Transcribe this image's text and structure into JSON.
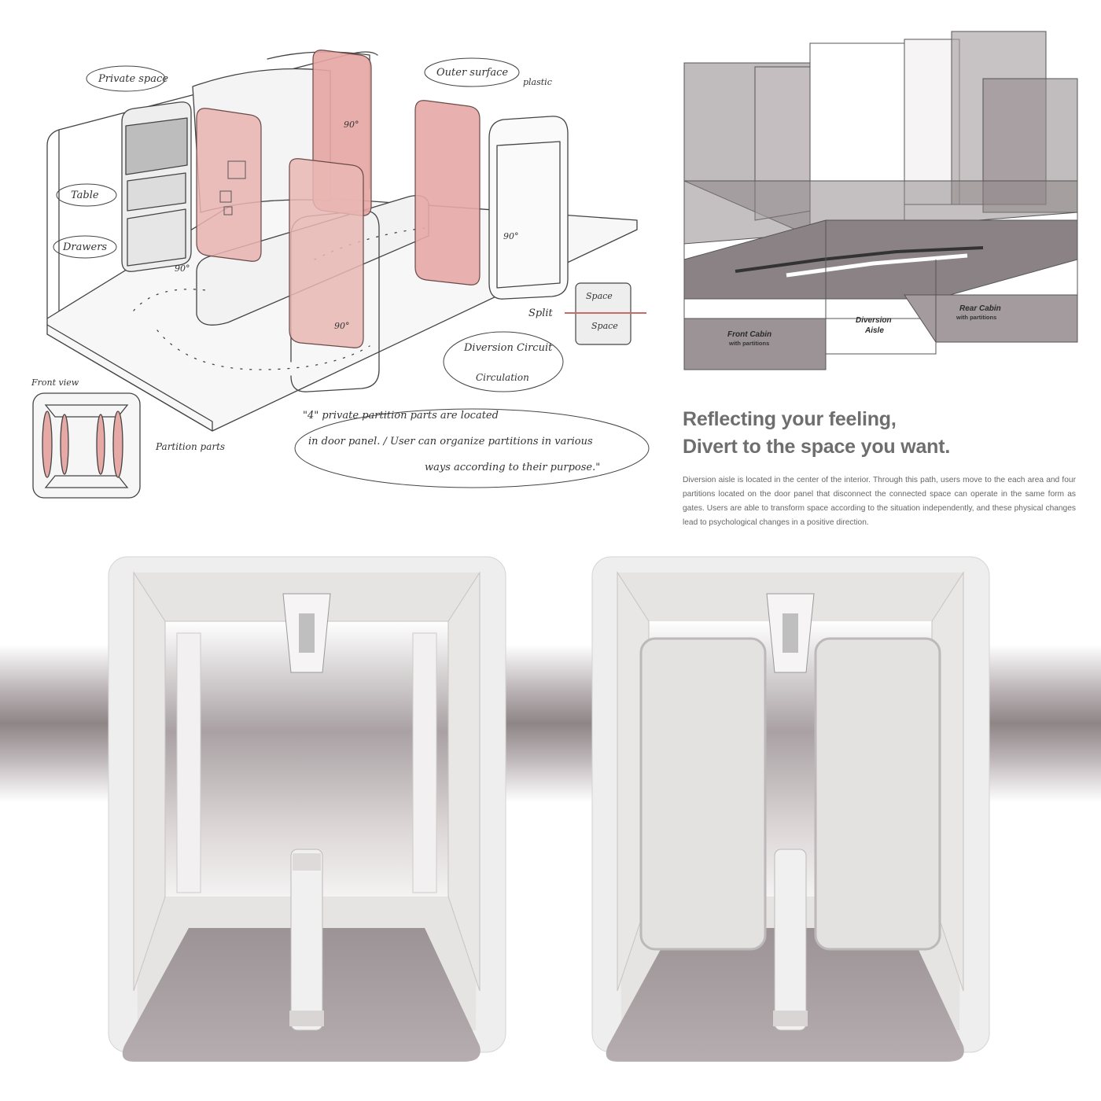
{
  "sketch": {
    "labels": {
      "private_space": "Private space",
      "outer_surface": "Outer surface",
      "plastic": "plastic",
      "table": "Table",
      "drawers": "Drawers",
      "angle_90": "90°",
      "split": "Split",
      "space_top": "Space",
      "space_bottom": "Space",
      "diversion_circuit": "Diversion Circuit",
      "circulation": "Circulation",
      "front_view": "Front view",
      "partition_parts": "Partition parts"
    },
    "note_lines": [
      "\"4\" private partition parts are located",
      "in door panel. / User can organize partitions in various",
      "ways according to their purpose.\""
    ],
    "colors": {
      "partition": "#e6a9a6",
      "line": "#444444"
    }
  },
  "diagram": {
    "front_cabin": "Front Cabin",
    "front_cabin_sub": "with partitions",
    "diversion_aisle_1": "Diversion",
    "diversion_aisle_2": "Aisle",
    "rear_cabin": "Rear Cabin",
    "rear_cabin_sub": "with partitions"
  },
  "headline": {
    "line1": "Reflecting your feeling,",
    "line2": "Divert to the space you want."
  },
  "body": "Diversion aisle is located in the center of the interior. Through this path, users move to the each area and four partitions located on the door panel that disconnect the connected space can operate in the same form as gates. Users are able to transform space according to the situation independently, and these physical changes lead to psychological changes in a positive direction.",
  "renders": {
    "left": "cabin-open-aisle",
    "right": "cabin-with-partitions"
  }
}
